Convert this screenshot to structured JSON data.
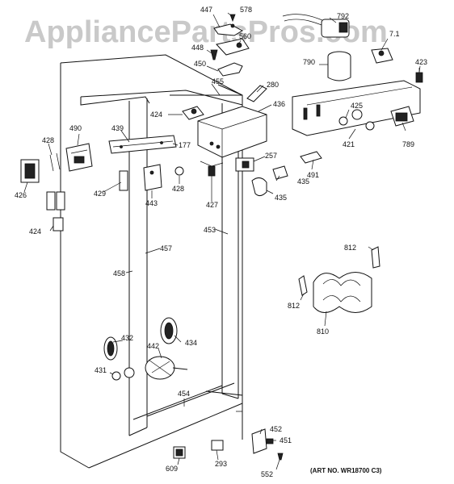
{
  "watermark": "AppliancePartsPros.com",
  "art_number": "(ART NO. WR18700 C3)",
  "callouts": {
    "c447": "447",
    "c578": "578",
    "c792": "792",
    "c560": "560",
    "c448": "448",
    "c790": "790",
    "c71": "7.1",
    "c423": "423",
    "c450": "450",
    "c455": "455",
    "c280": "280",
    "c436": "436",
    "c424a": "424",
    "c425": "425",
    "c439": "439",
    "c177": "177",
    "c257": "257",
    "c789": "789",
    "c428a": "428",
    "c490": "490",
    "c421": "421",
    "c491": "491",
    "c426": "426",
    "c429": "429",
    "c428b": "428",
    "c443": "443",
    "c435a": "435",
    "c435b": "435",
    "c427": "427",
    "c424b": "424",
    "c453": "453",
    "c812a": "812",
    "c457": "457",
    "c458": "458",
    "c812b": "812",
    "c810": "810",
    "c432": "432",
    "c434": "434",
    "c442": "442",
    "c431": "431",
    "c454": "454",
    "c452": "452",
    "c451": "451",
    "c609": "609",
    "c293": "293",
    "c552": "552"
  }
}
